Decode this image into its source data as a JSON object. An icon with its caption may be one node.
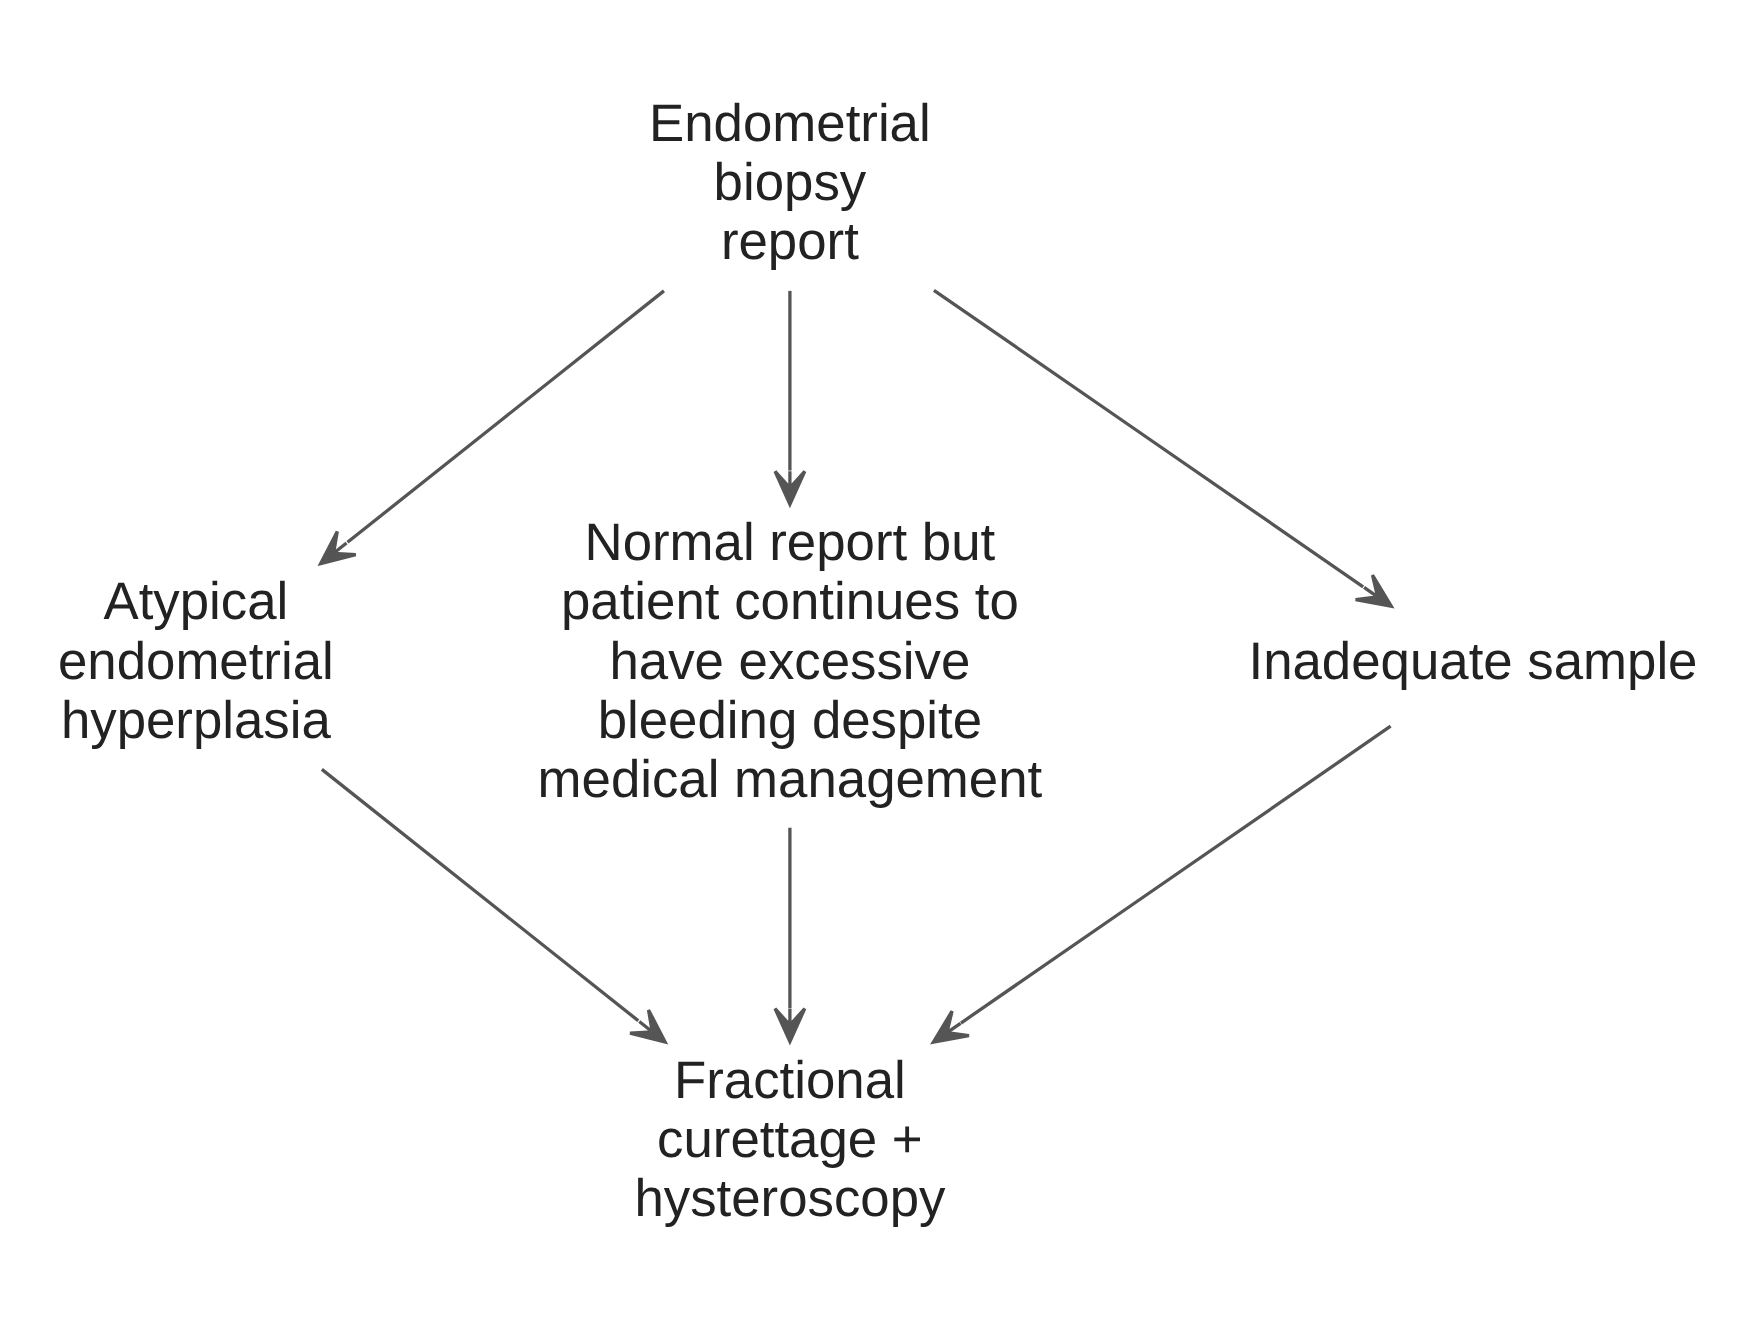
{
  "diagram": {
    "nodes": [
      {
        "text": [
          "Endometrial biopsy report"
        ]
      },
      {
        "text": [
          "Atypical endometrial hyperplasia"
        ]
      },
      {
        "text": [
          "Normal report but patient continues to have excessive bleeding despite medical management"
        ]
      },
      {
        "text": [
          "Inadequate sample"
        ]
      },
      {
        "text": [
          "Fractional curettage + hysteroscopy"
        ]
      }
    ],
    "edges": [
      {
        "from": 0,
        "to": 1,
        "arrow": "to"
      },
      {
        "from": 0,
        "to": 2,
        "arrow": "to"
      },
      {
        "from": 0,
        "to": 3,
        "arrow": "to"
      },
      {
        "from": 1,
        "to": 4,
        "arrow": "to"
      },
      {
        "from": 2,
        "to": 4,
        "arrow": "to"
      },
      {
        "from": 3,
        "to": 4,
        "arrow": "to"
      }
    ]
  }
}
